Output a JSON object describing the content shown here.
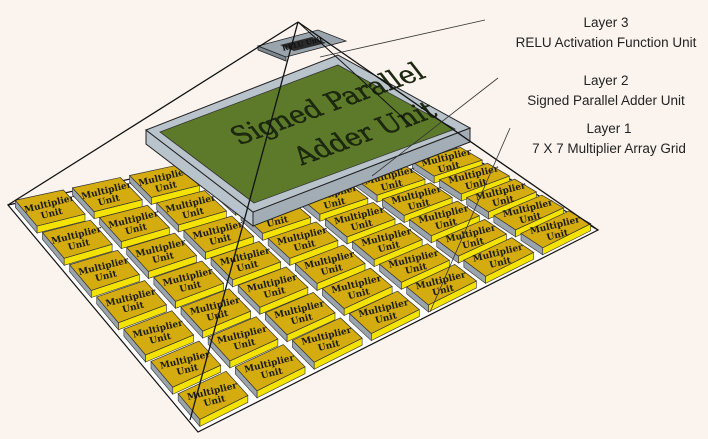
{
  "layers": [
    {
      "id": "layer3",
      "title": "Layer 3",
      "subtitle": "RELU Activation Function Unit"
    },
    {
      "id": "layer2",
      "title": "Layer 2",
      "subtitle": "Signed Parallel Adder Unit"
    },
    {
      "id": "layer1",
      "title": "Layer 1",
      "subtitle": "7 X 7 Multiplier Array Grid"
    }
  ],
  "adder_label": [
    "Signed Parallel",
    "Adder Unit"
  ],
  "relu_label": "RELU Unit",
  "cell_label": [
    "Multiplier",
    "Unit"
  ],
  "grid": {
    "rows": 7,
    "cols": 7
  },
  "colors": {
    "background": "#fbf4ee",
    "base": "#ffffff",
    "cell_top": "#d4ac10",
    "cell_front": "#f4e300",
    "cell_side": "#9aa4ac",
    "adder_top": "#5d7a2a",
    "adder_rim": "#b9c3cb",
    "relu": "#9aa4ac"
  }
}
